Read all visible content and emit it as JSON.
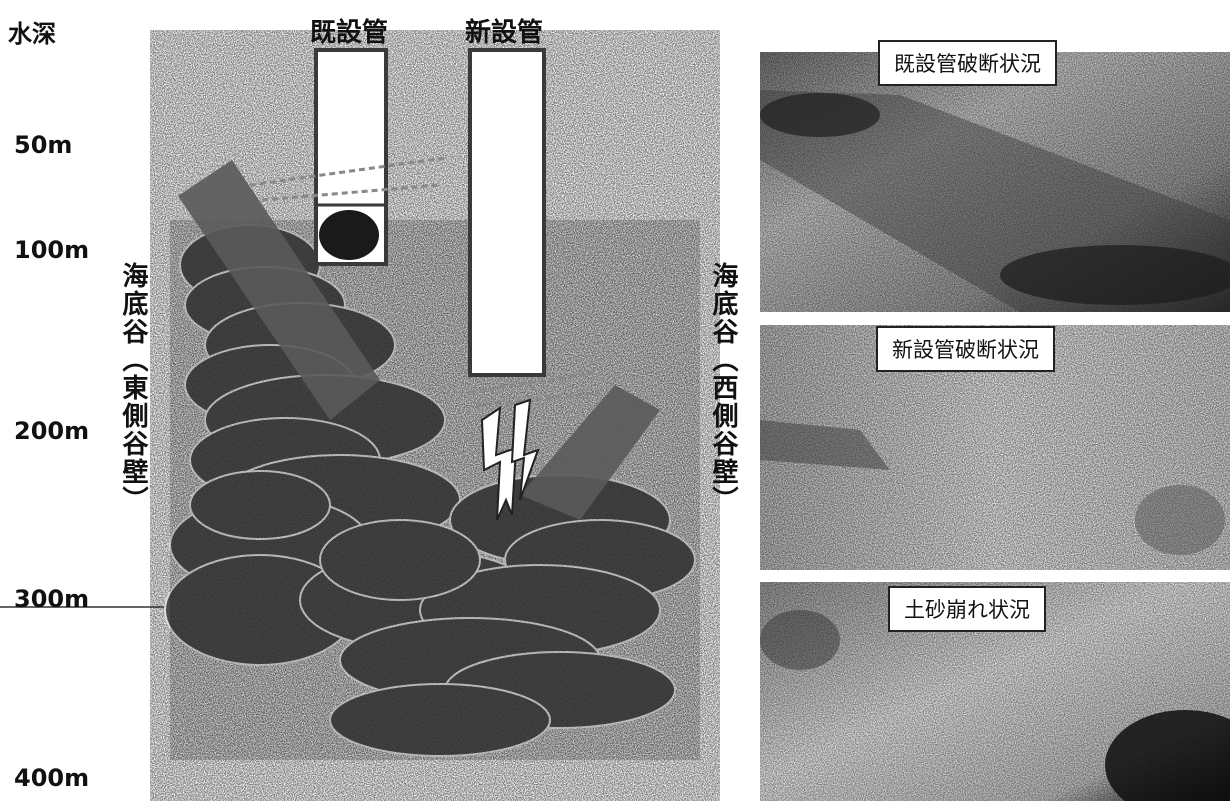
{
  "depth_axis": {
    "title": "水深",
    "ticks": [
      "50m",
      "100m",
      "200m",
      "300m",
      "400m"
    ]
  },
  "pipes": {
    "existing": "既設管",
    "new": "新設管"
  },
  "valley_walls": {
    "east": "海底谷（東側谷壁）",
    "west": "海底谷（西側谷壁）"
  },
  "photos": {
    "existing_break": "既設管破断状況",
    "new_break": "新設管破断状況",
    "landslide": "土砂崩れ状況"
  }
}
